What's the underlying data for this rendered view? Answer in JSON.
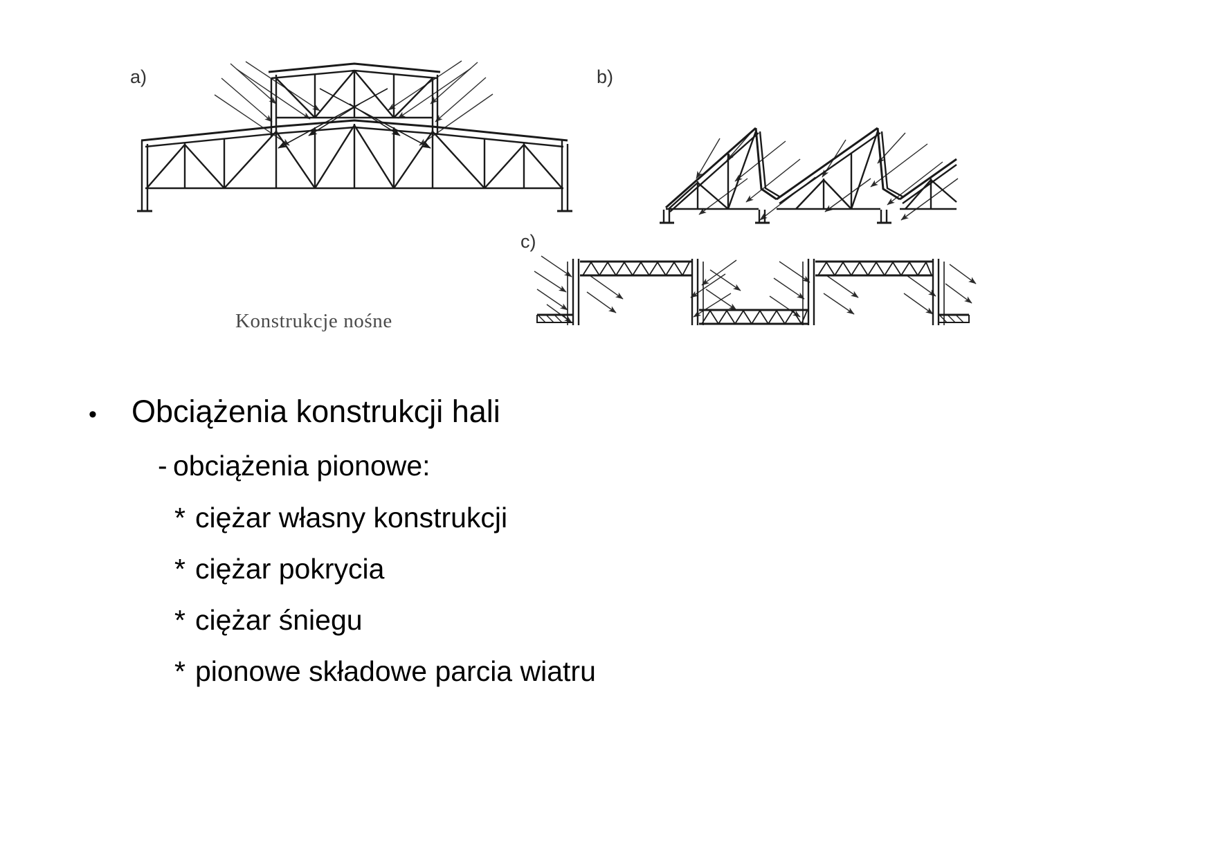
{
  "slide": {
    "figure": {
      "labels": [
        {
          "id": "a",
          "text": "a)"
        },
        {
          "id": "b",
          "text": "b)"
        },
        {
          "id": "c",
          "text": "c)"
        }
      ],
      "caption": "Konstrukcje nośne",
      "diagram_description": "Przekroje hal stalowych z kratownicowymi dźwigarami i strzałkami obciążenia wiatrem",
      "line_color": "#1a1a1a",
      "caption_color": "#4a4a4a"
    },
    "content": {
      "items": [
        {
          "level": 1,
          "marker": "•",
          "text": "Obciążenia konstrukcji hali"
        },
        {
          "level": 2,
          "marker": "-",
          "text": "obciążenia pionowe:"
        },
        {
          "level": 3,
          "marker": "*",
          "text": "ciężar własny konstrukcji"
        },
        {
          "level": 3,
          "marker": "*",
          "text": "ciężar pokrycia"
        },
        {
          "level": 3,
          "marker": "*",
          "text": "ciężar śniegu"
        },
        {
          "level": 3,
          "marker": "*",
          "text": "pionowe składowe parcia wiatru"
        }
      ]
    },
    "colors": {
      "background": "#ffffff",
      "text": "#000000",
      "figure_ink": "#1a1a1a",
      "caption": "#4a4a4a"
    }
  }
}
